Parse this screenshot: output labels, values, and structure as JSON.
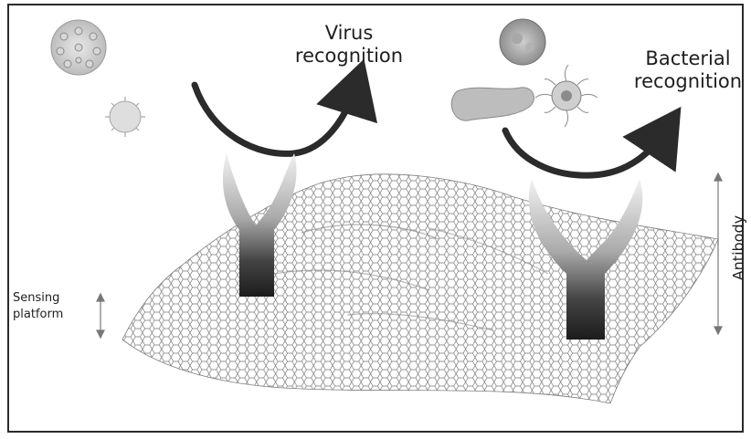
{
  "labels": {
    "virus_line1": "Virus",
    "virus_line2": "recognition",
    "bacterial_line1": "Bacterial",
    "bacterial_line2": "recognition",
    "sensing_line1": "Sensing",
    "sensing_line2": "platform",
    "antibody": "Antibody"
  },
  "colors": {
    "arrow": "#2b2b2b",
    "antibody_dark": "#2a2a2a",
    "lattice": "#6f6f6f",
    "text": "#1e1e1e",
    "frame": "#2a2a2a"
  }
}
